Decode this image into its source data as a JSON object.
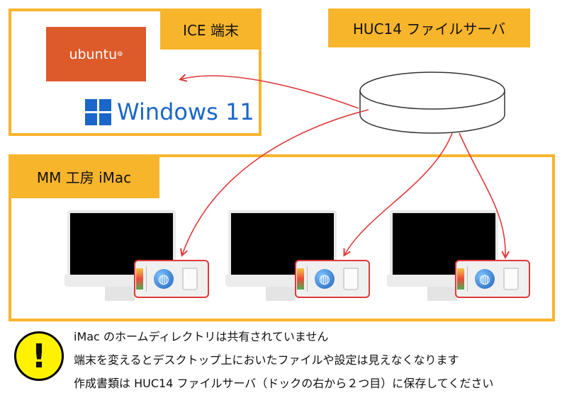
{
  "ice": {
    "label": "ICE 端末",
    "ubuntu_logo": "ubuntu",
    "windows_logo": "Windows 11"
  },
  "server": {
    "label": "HUC14 ファイルサーバ"
  },
  "mm": {
    "label": "MM 工房 iMac",
    "imac_count": 3
  },
  "notes": [
    "iMac のホームディレクトリは共有されていません",
    "端末を変えるとデスクトップ上においたファイルや設定は見えなくなります",
    "作成書類は HUC14 ファイルサーバ（ドックの右から２つ目）に保存してください"
  ],
  "colors": {
    "accent": "#F7B52C",
    "arrow": "#E03A3A",
    "warning": "#FFF200",
    "ubuntu": "#DD5A2B",
    "windows": "#1A66C9"
  },
  "icons": {
    "warning": "exclamation-icon",
    "dock_globe": "globe-icon",
    "dock_trash": "trash-icon"
  }
}
